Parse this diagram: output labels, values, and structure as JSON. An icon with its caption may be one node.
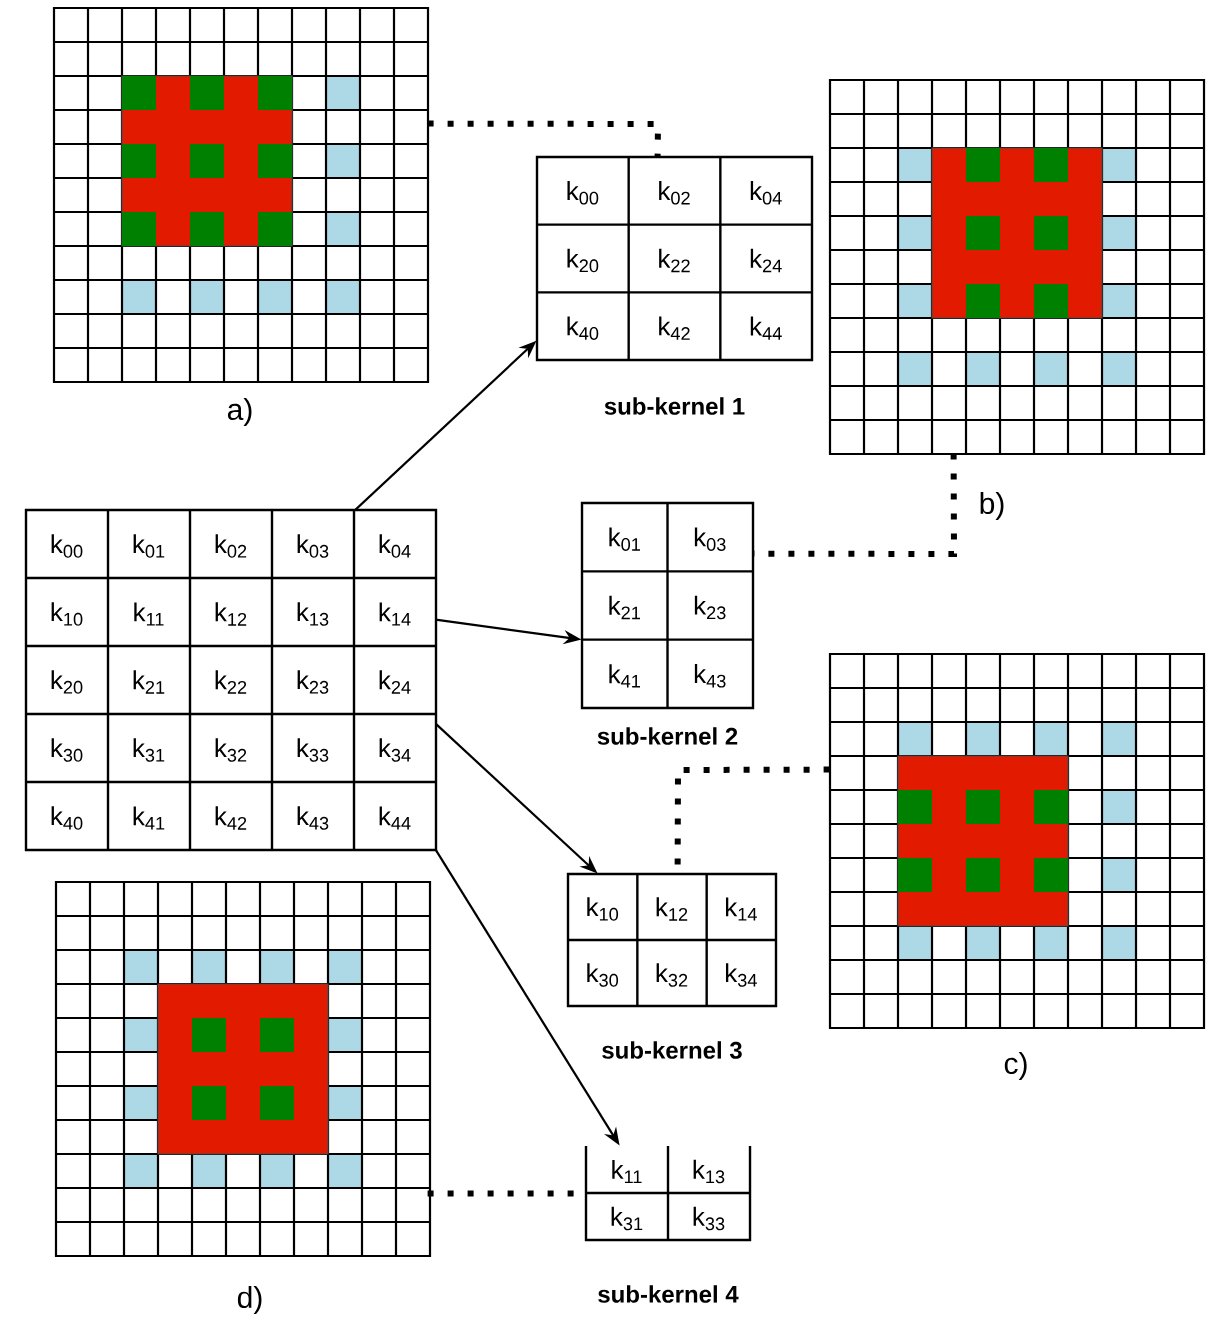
{
  "diagram": {
    "nodes": [
      {
        "text": [
          "a)"
        ]
      },
      {
        "text": [
          "k$_{00}$",
          "k$_{02}$",
          "k$_{04}$",
          "k$_{20}$",
          "k$_{22}$",
          "k$_{24}$",
          "k$_{40}$",
          "k$_{42}$",
          "k$_{44}$"
        ],
        "beside": [
          "sub-kernel 1"
        ]
      },
      {
        "text": [
          "b)"
        ]
      },
      {
        "text": [
          "k$_{00}$",
          "k$_{01}$",
          "k$_{02}$",
          "k$_{03}$",
          "k$_{04}$",
          "k$_{10}$",
          "k$_{11}$",
          "k$_{12}$",
          "k$_{13}$",
          "k$_{14}$",
          "k$_{20}$",
          "k$_{21}$",
          "k$_{22}$",
          "k$_{23}$",
          "k$_{24}$",
          "k$_{30}$",
          "k$_{31}$",
          "k$_{32}$",
          "k$_{33}$",
          "k$_{34}$",
          "k$_{40}$",
          "k$_{41}$",
          "k$_{42}$",
          "k$_{43}$",
          "k$_{44}$"
        ]
      },
      {
        "text": [
          "k$_{01}$",
          "k$_{03}$",
          "k$_{21}$",
          "k$_{23}$",
          "k$_{41}$",
          "k$_{43}$"
        ],
        "beside": [
          "sub-kernel 2"
        ]
      },
      {
        "text": [
          "c)"
        ]
      },
      {
        "text": [
          "k$_{10}$",
          "k$_{12}$",
          "k$_{14}$",
          "k$_{30}$",
          "k$_{32}$",
          "k$_{34}$"
        ],
        "beside": [
          "sub-kernel 3"
        ]
      },
      {
        "text": [
          "d)"
        ]
      },
      {
        "text": [
          "k$_{11}$",
          "k$_{13}$",
          "k$_{31}$",
          "k$_{33}$"
        ],
        "beside": [
          "sub-kernel 4"
        ]
      }
    ],
    "edges": [
      {
        "from": 3,
        "to": 1,
        "arrow": "to"
      },
      {
        "from": 3,
        "to": 4,
        "arrow": "to"
      },
      {
        "from": 3,
        "to": 6,
        "arrow": "to"
      },
      {
        "from": 3,
        "to": 8,
        "arrow": "to"
      },
      {
        "from": 0,
        "to": 1,
        "arrow": "none",
        "style": "dashed"
      },
      {
        "from": 2,
        "to": 4,
        "arrow": "none",
        "style": "dashed"
      },
      {
        "from": 5,
        "to": 6,
        "arrow": "none",
        "style": "dashed"
      },
      {
        "from": 7,
        "to": 8,
        "arrow": "none",
        "style": "dashed"
      }
    ]
  }
}
